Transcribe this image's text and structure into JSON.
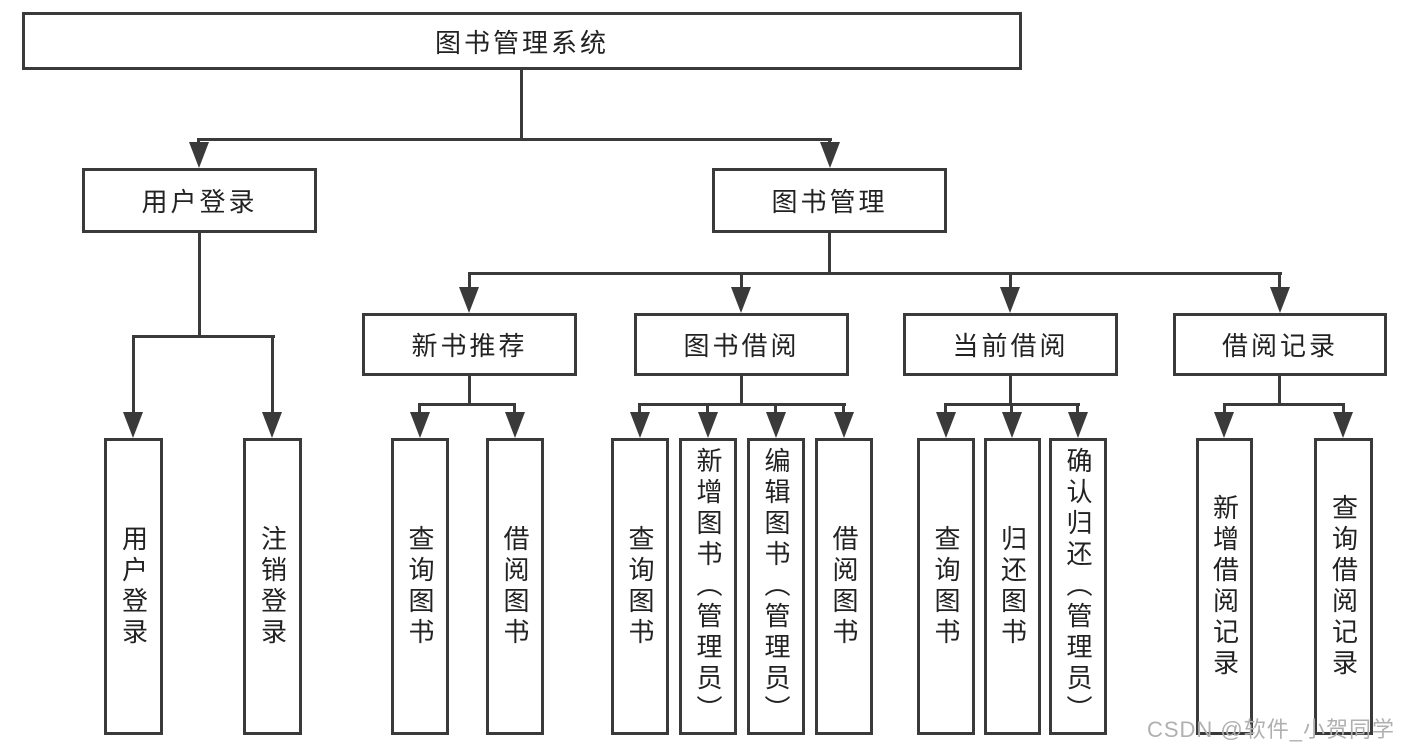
{
  "diagram": {
    "root": "图书管理系统",
    "level2": {
      "user_login": "用户登录",
      "book_mgmt": "图书管理"
    },
    "level3": {
      "new_book_rec": "新书推荐",
      "book_borrow": "图书借阅",
      "current_borrow": "当前借阅",
      "borrow_records": "借阅记录"
    },
    "leaves": {
      "user_login": "用户登录",
      "logout": "注销登录",
      "nb_query": "查询图书",
      "nb_borrow": "借阅图书",
      "bb_query": "查询图书",
      "bb_add": "新增图书（管理员）",
      "bb_edit": "编辑图书（管理员）",
      "bb_borrow": "借阅图书",
      "cb_query": "查询图书",
      "cb_return": "归还图书",
      "cb_confirm": "确认归还（管理员）",
      "br_add": "新增借阅记录",
      "br_query": "查询借阅记录"
    }
  },
  "watermark": "CSDN @软件_小贺同学",
  "colors": {
    "line": "#3a3a3a",
    "text": "#222222",
    "background": "#ffffff",
    "watermark": "#b0b0b0"
  }
}
